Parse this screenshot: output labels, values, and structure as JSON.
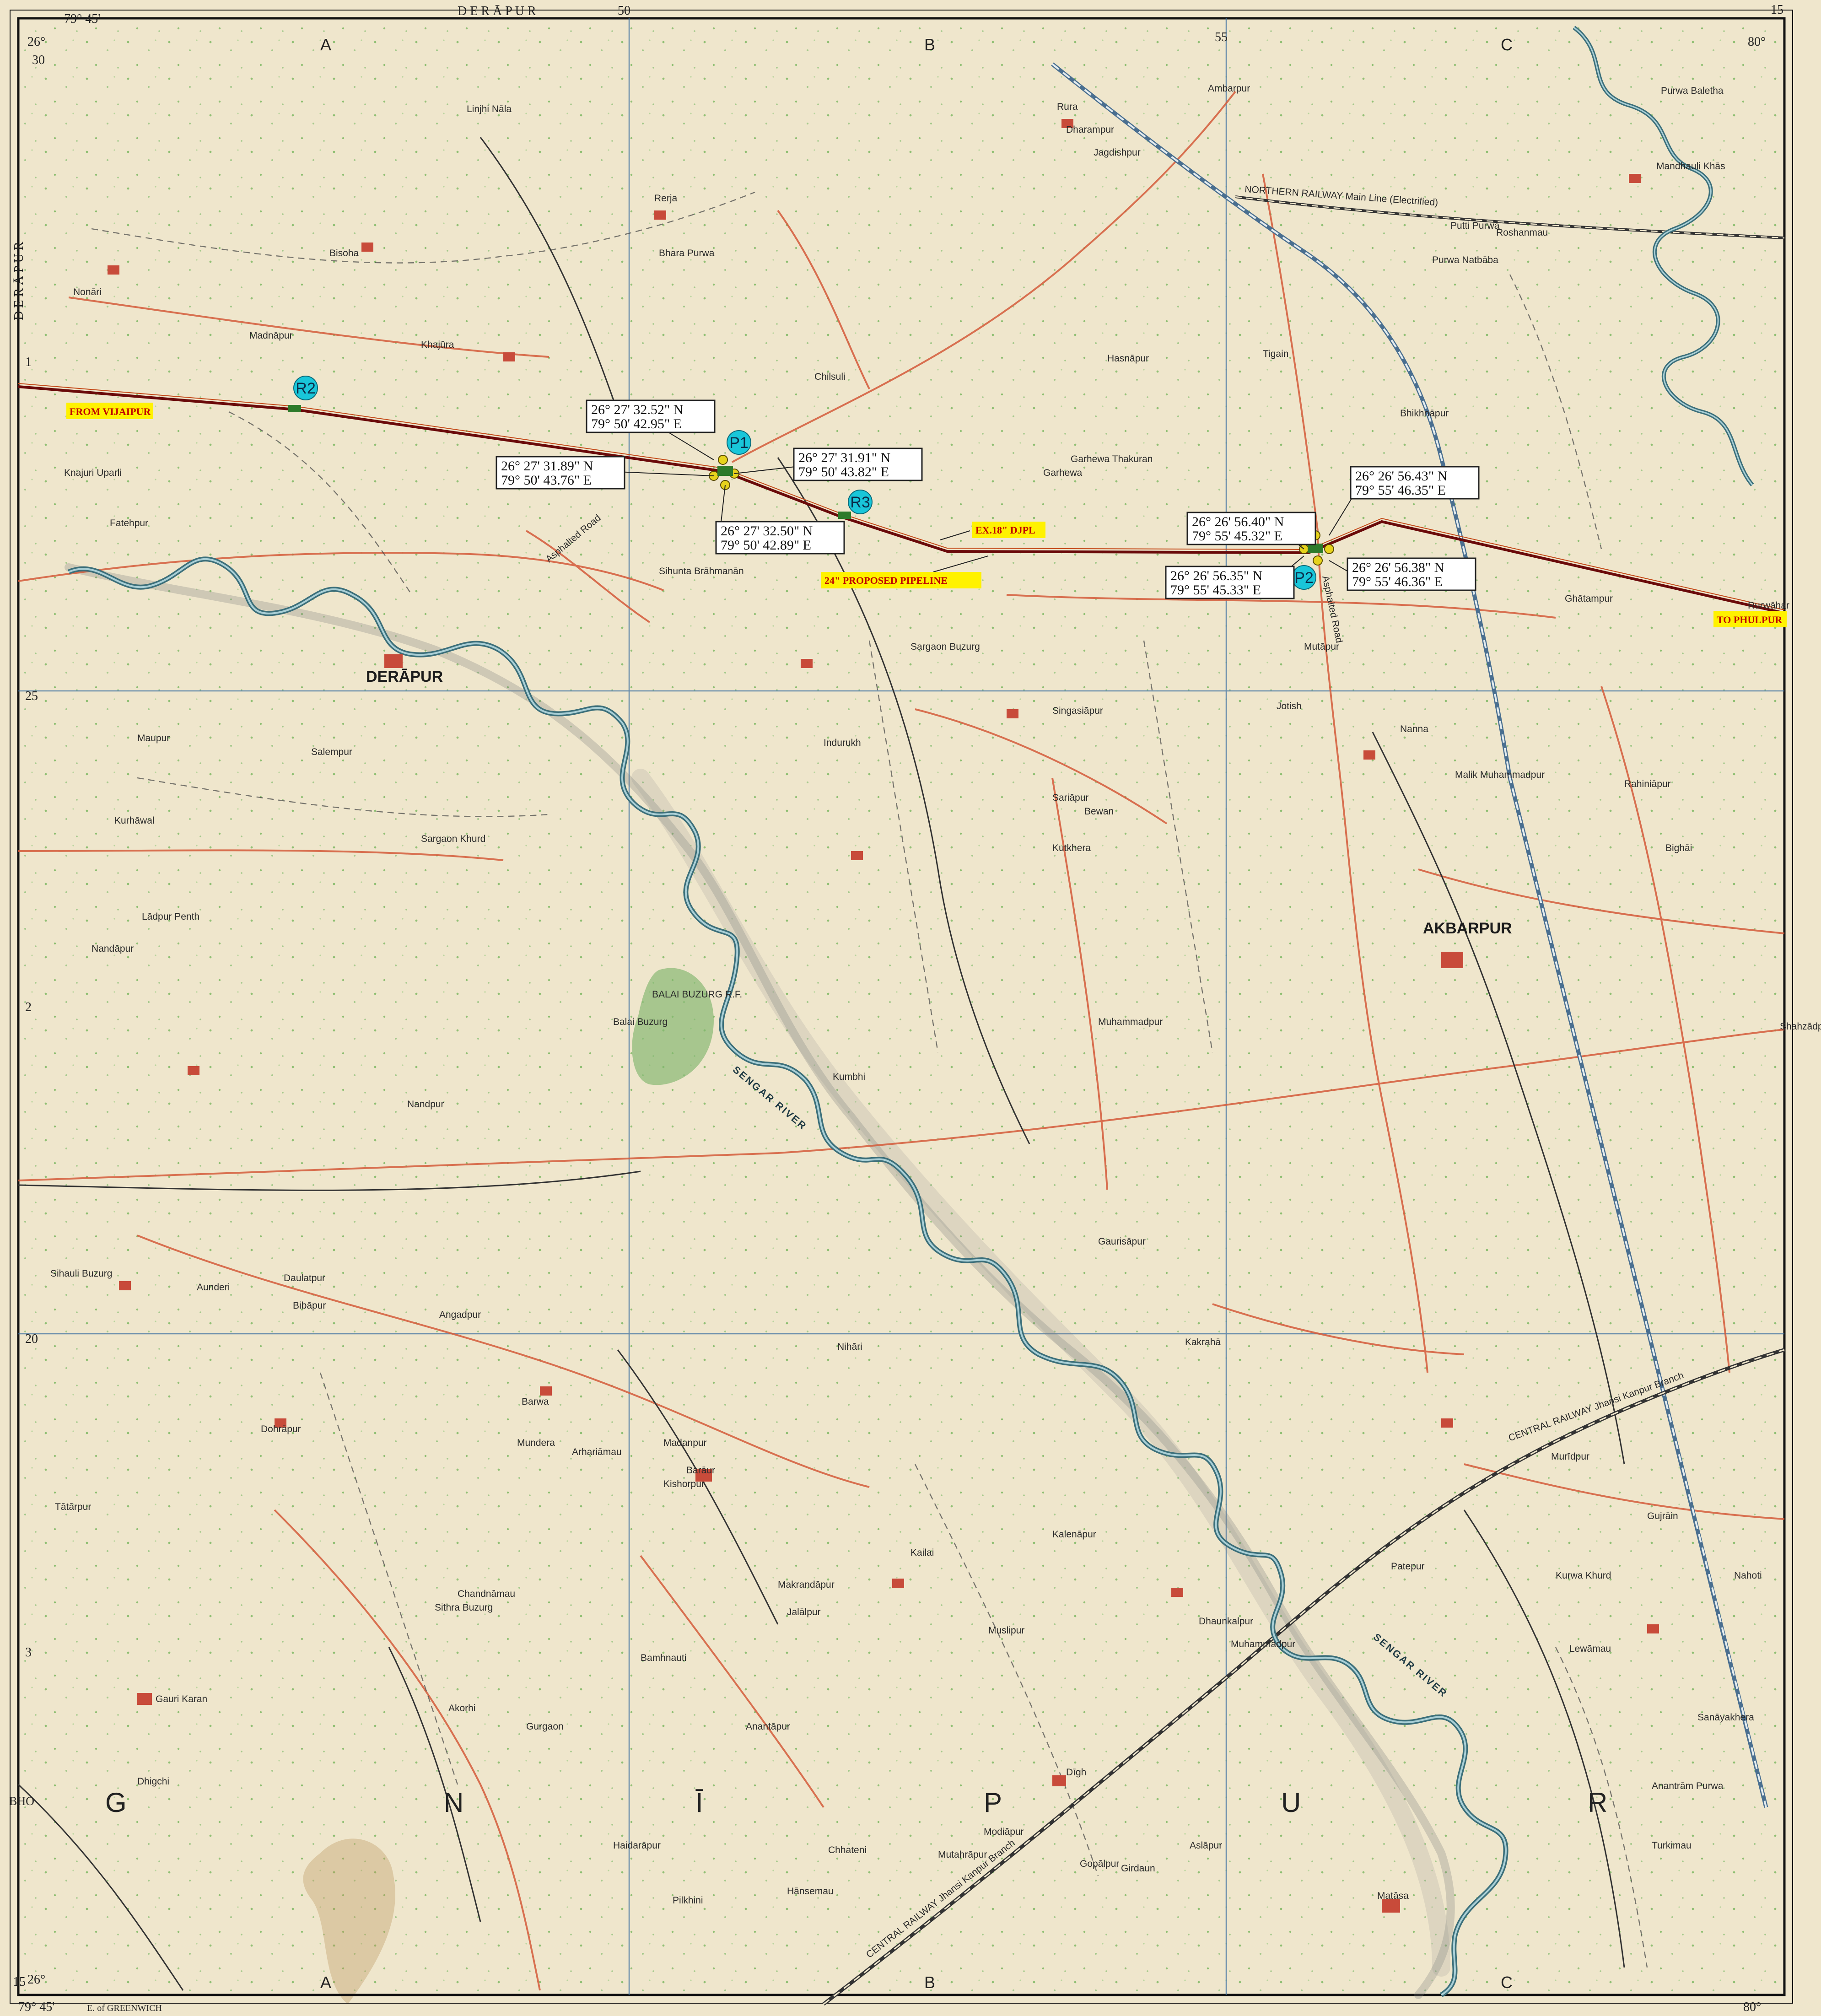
{
  "sheet": {
    "top_margin_word": "D E R Ā P U R",
    "left_margin_word": "D E R Ā P U R",
    "bottom_letters": [
      "BHO",
      "G",
      "N",
      "Ī",
      "P",
      "U",
      "R"
    ],
    "grid_cols_top": [
      "A",
      "B",
      "C"
    ],
    "grid_cols_bottom": [
      "A",
      "B",
      "C"
    ],
    "grid_rows": [
      "1",
      "2",
      "3"
    ],
    "corner_top_left_lon": "79° 45'",
    "corner_top_left_lat": "26°",
    "corner_top_right_lon": "80°",
    "corner_bottom_left_lat": "26°",
    "corner_bottom_left_lon": "79° 45'",
    "corner_bottom_right": "80°",
    "bottom_note": "E. of GREENWICH",
    "page_number": "15",
    "lat_ticks": [
      "30",
      "25",
      "20",
      "15"
    ],
    "lon_ticks": [
      "50",
      "55"
    ]
  },
  "pipeline": {
    "from_label": "FROM VIJAIPUR",
    "to_label": "TO PHULPUR",
    "existing_label": "EX.18\" DJPL",
    "proposed_label": "24\" PROPOSED PIPELINE"
  },
  "markers": [
    {
      "id": "R2",
      "label": "R2"
    },
    {
      "id": "P1",
      "label": "P1"
    },
    {
      "id": "R3",
      "label": "R3"
    },
    {
      "id": "P2",
      "label": "P2"
    }
  ],
  "coordinates": [
    {
      "lat": "26° 27' 32.52\" N",
      "lon": "79° 50' 42.95\" E"
    },
    {
      "lat": "26° 27' 31.89\" N",
      "lon": "79° 50' 43.76\" E"
    },
    {
      "lat": "26° 27' 31.91\" N",
      "lon": "79° 50' 43.82\" E"
    },
    {
      "lat": "26° 27' 32.50\" N",
      "lon": "79° 50' 42.89\" E"
    },
    {
      "lat": "26° 26' 56.43\" N",
      "lon": "79° 55' 46.35\" E"
    },
    {
      "lat": "26° 26' 56.40\" N",
      "lon": "79° 55' 45.32\" E"
    },
    {
      "lat": "26° 26' 56.35\" N",
      "lon": "79° 55' 45.33\" E"
    },
    {
      "lat": "26° 26' 56.38\" N",
      "lon": "79° 55' 46.36\" E"
    }
  ],
  "places_major": [
    "DERĀPUR",
    "AKBARPUR"
  ],
  "places": [
    "Nonāri",
    "Bisoha",
    "Khajūra",
    "Madnāpur",
    "Rerja",
    "Chilsuli",
    "Rura",
    "Ambarpur",
    "Mandhauli Khās",
    "Roshanmau",
    "Putti Purwa",
    "Purwa Natbāba",
    "Hasnāpur",
    "Tigain",
    "Bhikhnāpur",
    "Garhewa",
    "Garhewa Thakuran",
    "Fatehpur",
    "Knajuri Uparli",
    "Sihunta Brāhmanān",
    "Sargaon Buzurg",
    "Singasiāpur",
    "Indurukh",
    "Bewan",
    "Sariāpur",
    "Kutkhera",
    "Sargaon Khurd",
    "Kurhāwal",
    "Salempur",
    "Maupur",
    "Lādpur Penth",
    "Nandāpur",
    "Nandpur",
    "Balai Buzurg",
    "Muhammadpur",
    "Kumbhi",
    "Gaurisāpur",
    "Malik Muhammadpur",
    "Rahiniāpur",
    "Bighāi",
    "Shahzādpur",
    "Ghātampur",
    "Rurwāhar",
    "Jotish",
    "Nanna",
    "Mutāpur",
    "Kakrahā",
    "Nihāri",
    "Barwa",
    "Mundera",
    "Barāur",
    "Kailai",
    "Dohrāpur",
    "Tātārpur",
    "Sihauli Buzurg",
    "Aunderi",
    "Angadpur",
    "Daulatpur",
    "Bibāpur",
    "Gauri Karan",
    "Dhigchi",
    "Akorhi",
    "Gurgaon",
    "Anantāpur",
    "Chhateni",
    "Dīgh",
    "Girdaun",
    "Matāsa",
    "Muhammadpur",
    "Dhaunkalpur",
    "Patepur",
    "Murīdpur",
    "Kurwa Khurd",
    "Nahoti",
    "Sanāyakhera",
    "Turkimau",
    "Anantrām Purwa",
    "Lewāmau",
    "Bamhnauti",
    "Kishorpur",
    "Madanpur",
    "Arhariāmau",
    "Sithra Buzurg",
    "Chandnāmau",
    "Haidarāpur",
    "Pilkhini",
    "Hānsemau",
    "Gopālpur",
    "Mutahrāpur",
    "Modiāpur",
    "Aslāpur",
    "Gujrāin",
    "Kalenāpur",
    "Muslipur",
    "Jalālpur",
    "Makrandāpur",
    "Dharampur",
    "Jagdishpur",
    "Bhara Purwa",
    "Linjhi Nāla",
    "Purwa Baletha"
  ],
  "rivers": [
    "SENGAR RIVER",
    "SENGAR RIVER"
  ],
  "roads": [
    "Asphalted Road",
    "Asphalted Road"
  ],
  "rail": [
    "NORTHERN RAILWAY Main Line (Electrified)",
    "CENTRAL RAILWAY Jhansi Kanpur Branch",
    "CENTRAL RAILWAY Jhansi Kanpur Branch"
  ],
  "reserve": "BALAI BUZURG R.F.",
  "colors": {
    "paper": "#efe6cc",
    "grid": "#3a6fa0",
    "road": "#d45a3a",
    "river": "#3c6f7a",
    "pipeline": "#6a0a0a",
    "marker": "#19c6d9",
    "boxed_label_bg": "#fff200"
  }
}
